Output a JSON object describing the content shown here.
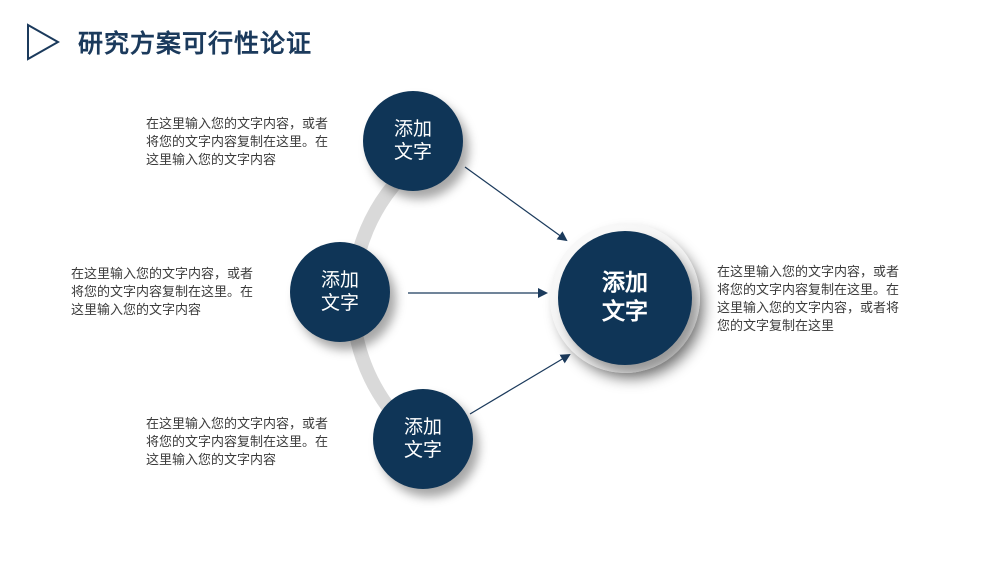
{
  "header": {
    "title": "研究方案可行性论证"
  },
  "nodes": {
    "top": {
      "line1": "添加",
      "line2": "文字"
    },
    "middle": {
      "line1": "添加",
      "line2": "文字"
    },
    "bottom": {
      "line1": "添加",
      "line2": "文字"
    },
    "center": {
      "line1": "添加",
      "line2": "文字"
    }
  },
  "descriptions": {
    "top": [
      "在这里输入您的文字内容，或者",
      "将您的文字内容复制在这里。在",
      "这里输入您的文字内容"
    ],
    "middle": [
      "在这里输入您的文字内容，或者",
      "将您的文字内容复制在这里。在",
      "这里输入您的文字内容"
    ],
    "bottom": [
      "在这里输入您的文字内容，或者",
      "将您的文字内容复制在这里。在",
      "这里输入您的文字内容"
    ],
    "right": [
      "在这里输入您的文字内容，或者",
      "将您的文字内容复制在这里。在",
      "这里输入您的文字内容，或者将",
      "您的文字复制在这里"
    ]
  },
  "colors": {
    "primary": "#0f3557",
    "title": "#1b3a5c",
    "arc": "#d9d9d9",
    "arrow": "#1b3a5c"
  }
}
